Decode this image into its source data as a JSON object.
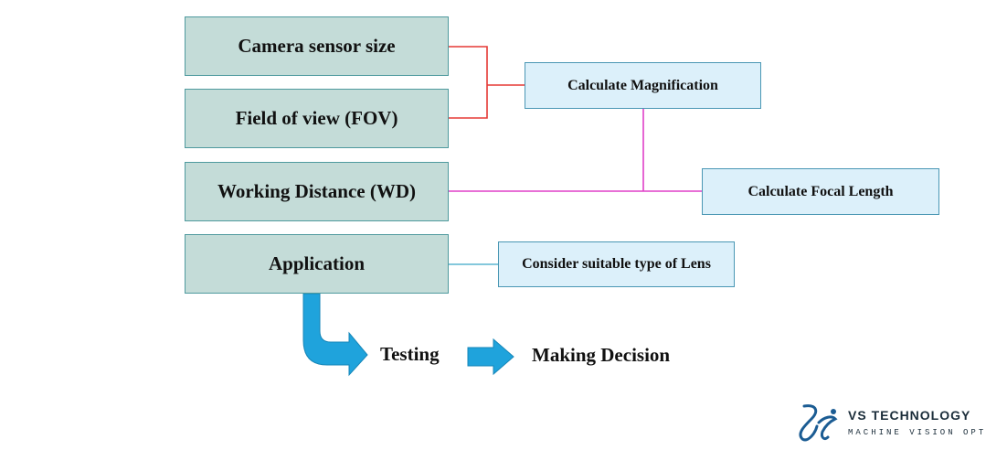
{
  "inputs": {
    "camera_sensor_size": "Camera sensor size",
    "field_of_view": "Field of view (FOV)",
    "working_distance": "Working Distance (WD)",
    "application": "Application"
  },
  "outputs": {
    "calculate_magnification": "Calculate Magnification",
    "calculate_focal_length": "Calculate Focal Length",
    "consider_lens_type": "Consider suitable type of Lens"
  },
  "flow": {
    "testing": "Testing",
    "making_decision": "Making Decision"
  },
  "logo": {
    "company": "VS TECHNOLOGY",
    "tagline": "MACHINE VISION OPTICS"
  },
  "colors": {
    "input_box_fill": "#c4dcd8",
    "input_box_border": "#4f9a9e",
    "output_box_fill": "#dcf0fa",
    "output_box_border": "#4a97b4",
    "magnification_connector": "#e53935",
    "focal_length_connector": "#e040c8",
    "lens_connector": "#3aa8c8",
    "flow_arrow": "#1fa3dc"
  }
}
